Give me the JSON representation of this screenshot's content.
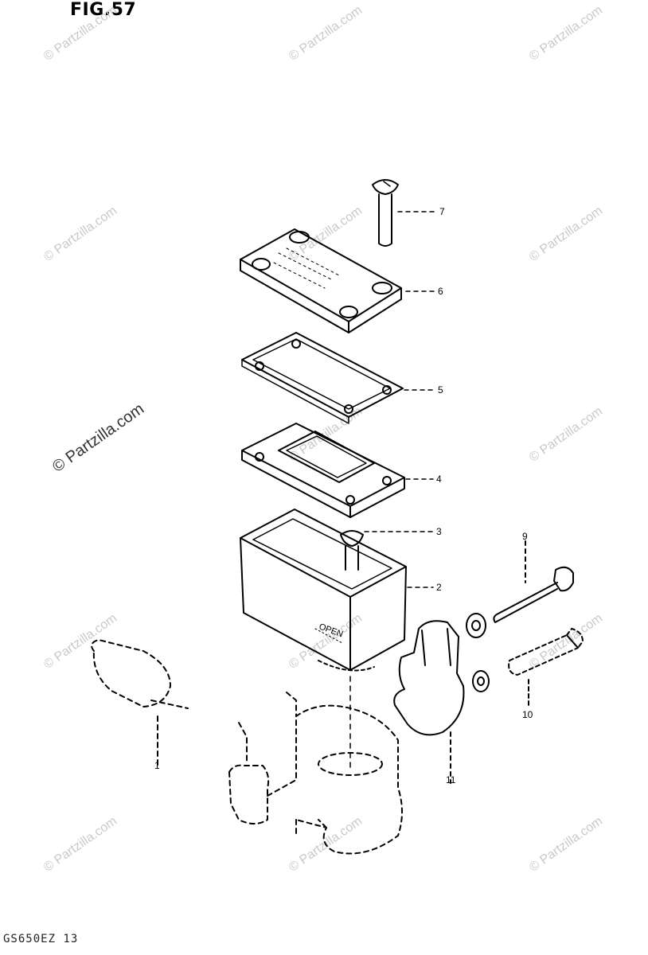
{
  "figure": {
    "title": "FIG.57",
    "code": "GS650EZ 13"
  },
  "watermark": "© Partzilla.com",
  "callouts": [
    {
      "label": "7"
    },
    {
      "label": "6"
    },
    {
      "label": "5"
    },
    {
      "label": "4"
    },
    {
      "label": "3"
    },
    {
      "label": "2"
    },
    {
      "label": "9"
    },
    {
      "label": "10"
    },
    {
      "label": "11"
    },
    {
      "label": "1"
    }
  ],
  "part_marking": "OPEN"
}
